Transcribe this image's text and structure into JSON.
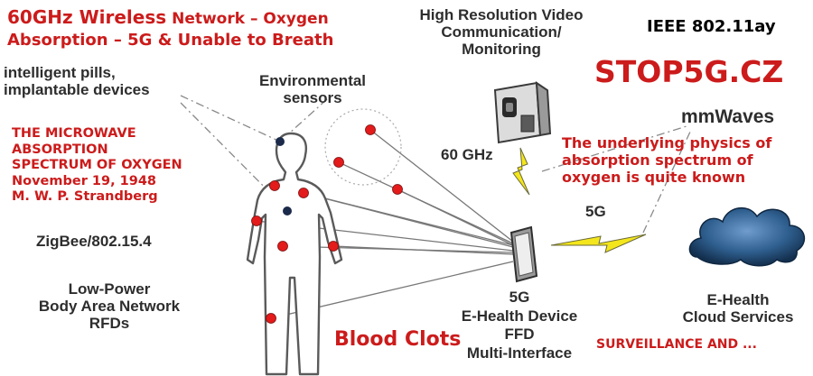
{
  "headline": {
    "line1_strong": "60GHz Wireless",
    "line1_rest": " Network – Oxygen",
    "line2": "Absorption – 5G & Unable to Breath"
  },
  "video": {
    "line1": "High Resolution Video",
    "line2": "Communication/",
    "line3": "Monitoring"
  },
  "standard": "IEEE 802.11ay",
  "brand": "STOP5G.CZ",
  "pills": {
    "line1": "intelligent pills,",
    "line2": "implantable devices"
  },
  "env": {
    "line1": "Environmental",
    "line2": "sensors"
  },
  "mmwaves": "mmWaves",
  "strandberg": {
    "line1": "THE MICROWAVE",
    "line2": "ABSORPTION",
    "line3": "SPECTRUM OF OXYGEN",
    "line4": "November 19, 1948",
    "line5": "M. W. P. Strandberg"
  },
  "physics": {
    "line1": "The underlying physics of",
    "line2": "absorption spectrum of",
    "line3": "oxygen is quite known"
  },
  "ghz60": "60 GHz",
  "g5_right": "5G",
  "zigbee": "ZigBee/802.15.4",
  "ban": {
    "line1": "Low-Power",
    "line2": "Body Area Network",
    "line3": "RFDs"
  },
  "device": {
    "line1": "5G",
    "line2": "E-Health Device",
    "line3": "FFD",
    "line4": "Multi-Interface"
  },
  "cloud": {
    "line1": "E-Health",
    "line2": "Cloud Services"
  },
  "blood": "Blood Clots",
  "surveillance": "SURVEILLANCE AND ...",
  "colors": {
    "accent_red": "#cc1b1b",
    "text_dark": "#2d2d2d",
    "lightning_yellow": "#f4e61c",
    "cloud_blue": "#2f5f8f"
  }
}
